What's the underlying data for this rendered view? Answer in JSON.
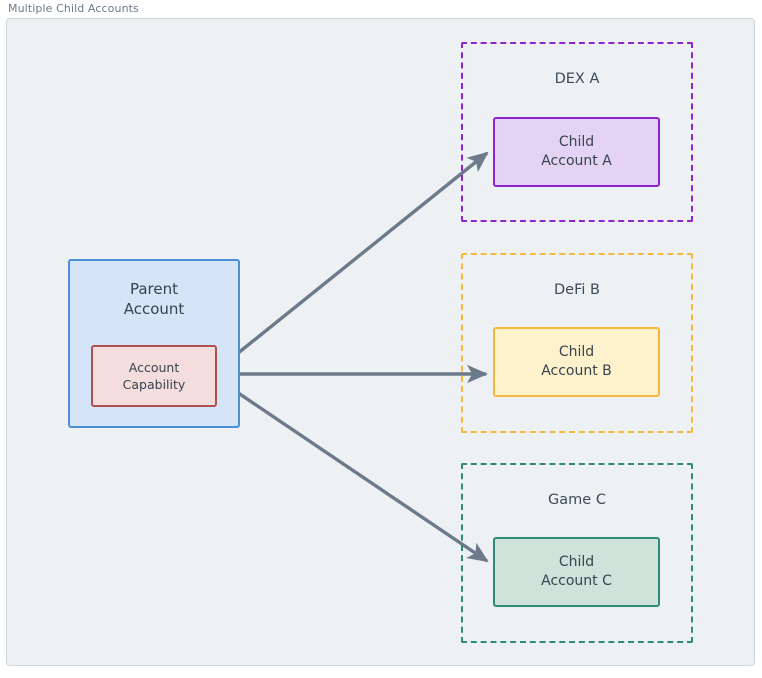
{
  "diagram": {
    "title": "Multiple Child Accounts",
    "background_color": "#eef1f4",
    "frame_border_color": "#ccd5dd",
    "edge_color": "#6c7a89",
    "text_color": "#36434f"
  },
  "parent": {
    "title_line1": "Parent",
    "title_line2": "Account",
    "fill_color": "#d6e4f7",
    "border_color": "#4a90d9",
    "capability": {
      "line1": "Account",
      "line2": "Capability",
      "fill_color": "#f4dedd",
      "border_color": "#b0504e"
    }
  },
  "groups": [
    {
      "label": "DEX A",
      "border_color": "#8e24d0",
      "child": {
        "line1": "Child",
        "line2": "Account A",
        "fill_color": "#e4d3f4",
        "border_color": "#8e24d0"
      }
    },
    {
      "label": "DeFi B",
      "border_color": "#f5b940",
      "child": {
        "line1": "Child",
        "line2": "Account B",
        "fill_color": "#fdf2cc",
        "border_color": "#f5b940"
      }
    },
    {
      "label": "Game C",
      "border_color": "#2e8b79",
      "child": {
        "line1": "Child",
        "line2": "Account C",
        "fill_color": "#cfe3da",
        "border_color": "#2e8b79"
      }
    }
  ],
  "edges": [
    {
      "from": "account-capability",
      "to": "child-account-a"
    },
    {
      "from": "account-capability",
      "to": "child-account-b"
    },
    {
      "from": "account-capability",
      "to": "child-account-c"
    }
  ]
}
